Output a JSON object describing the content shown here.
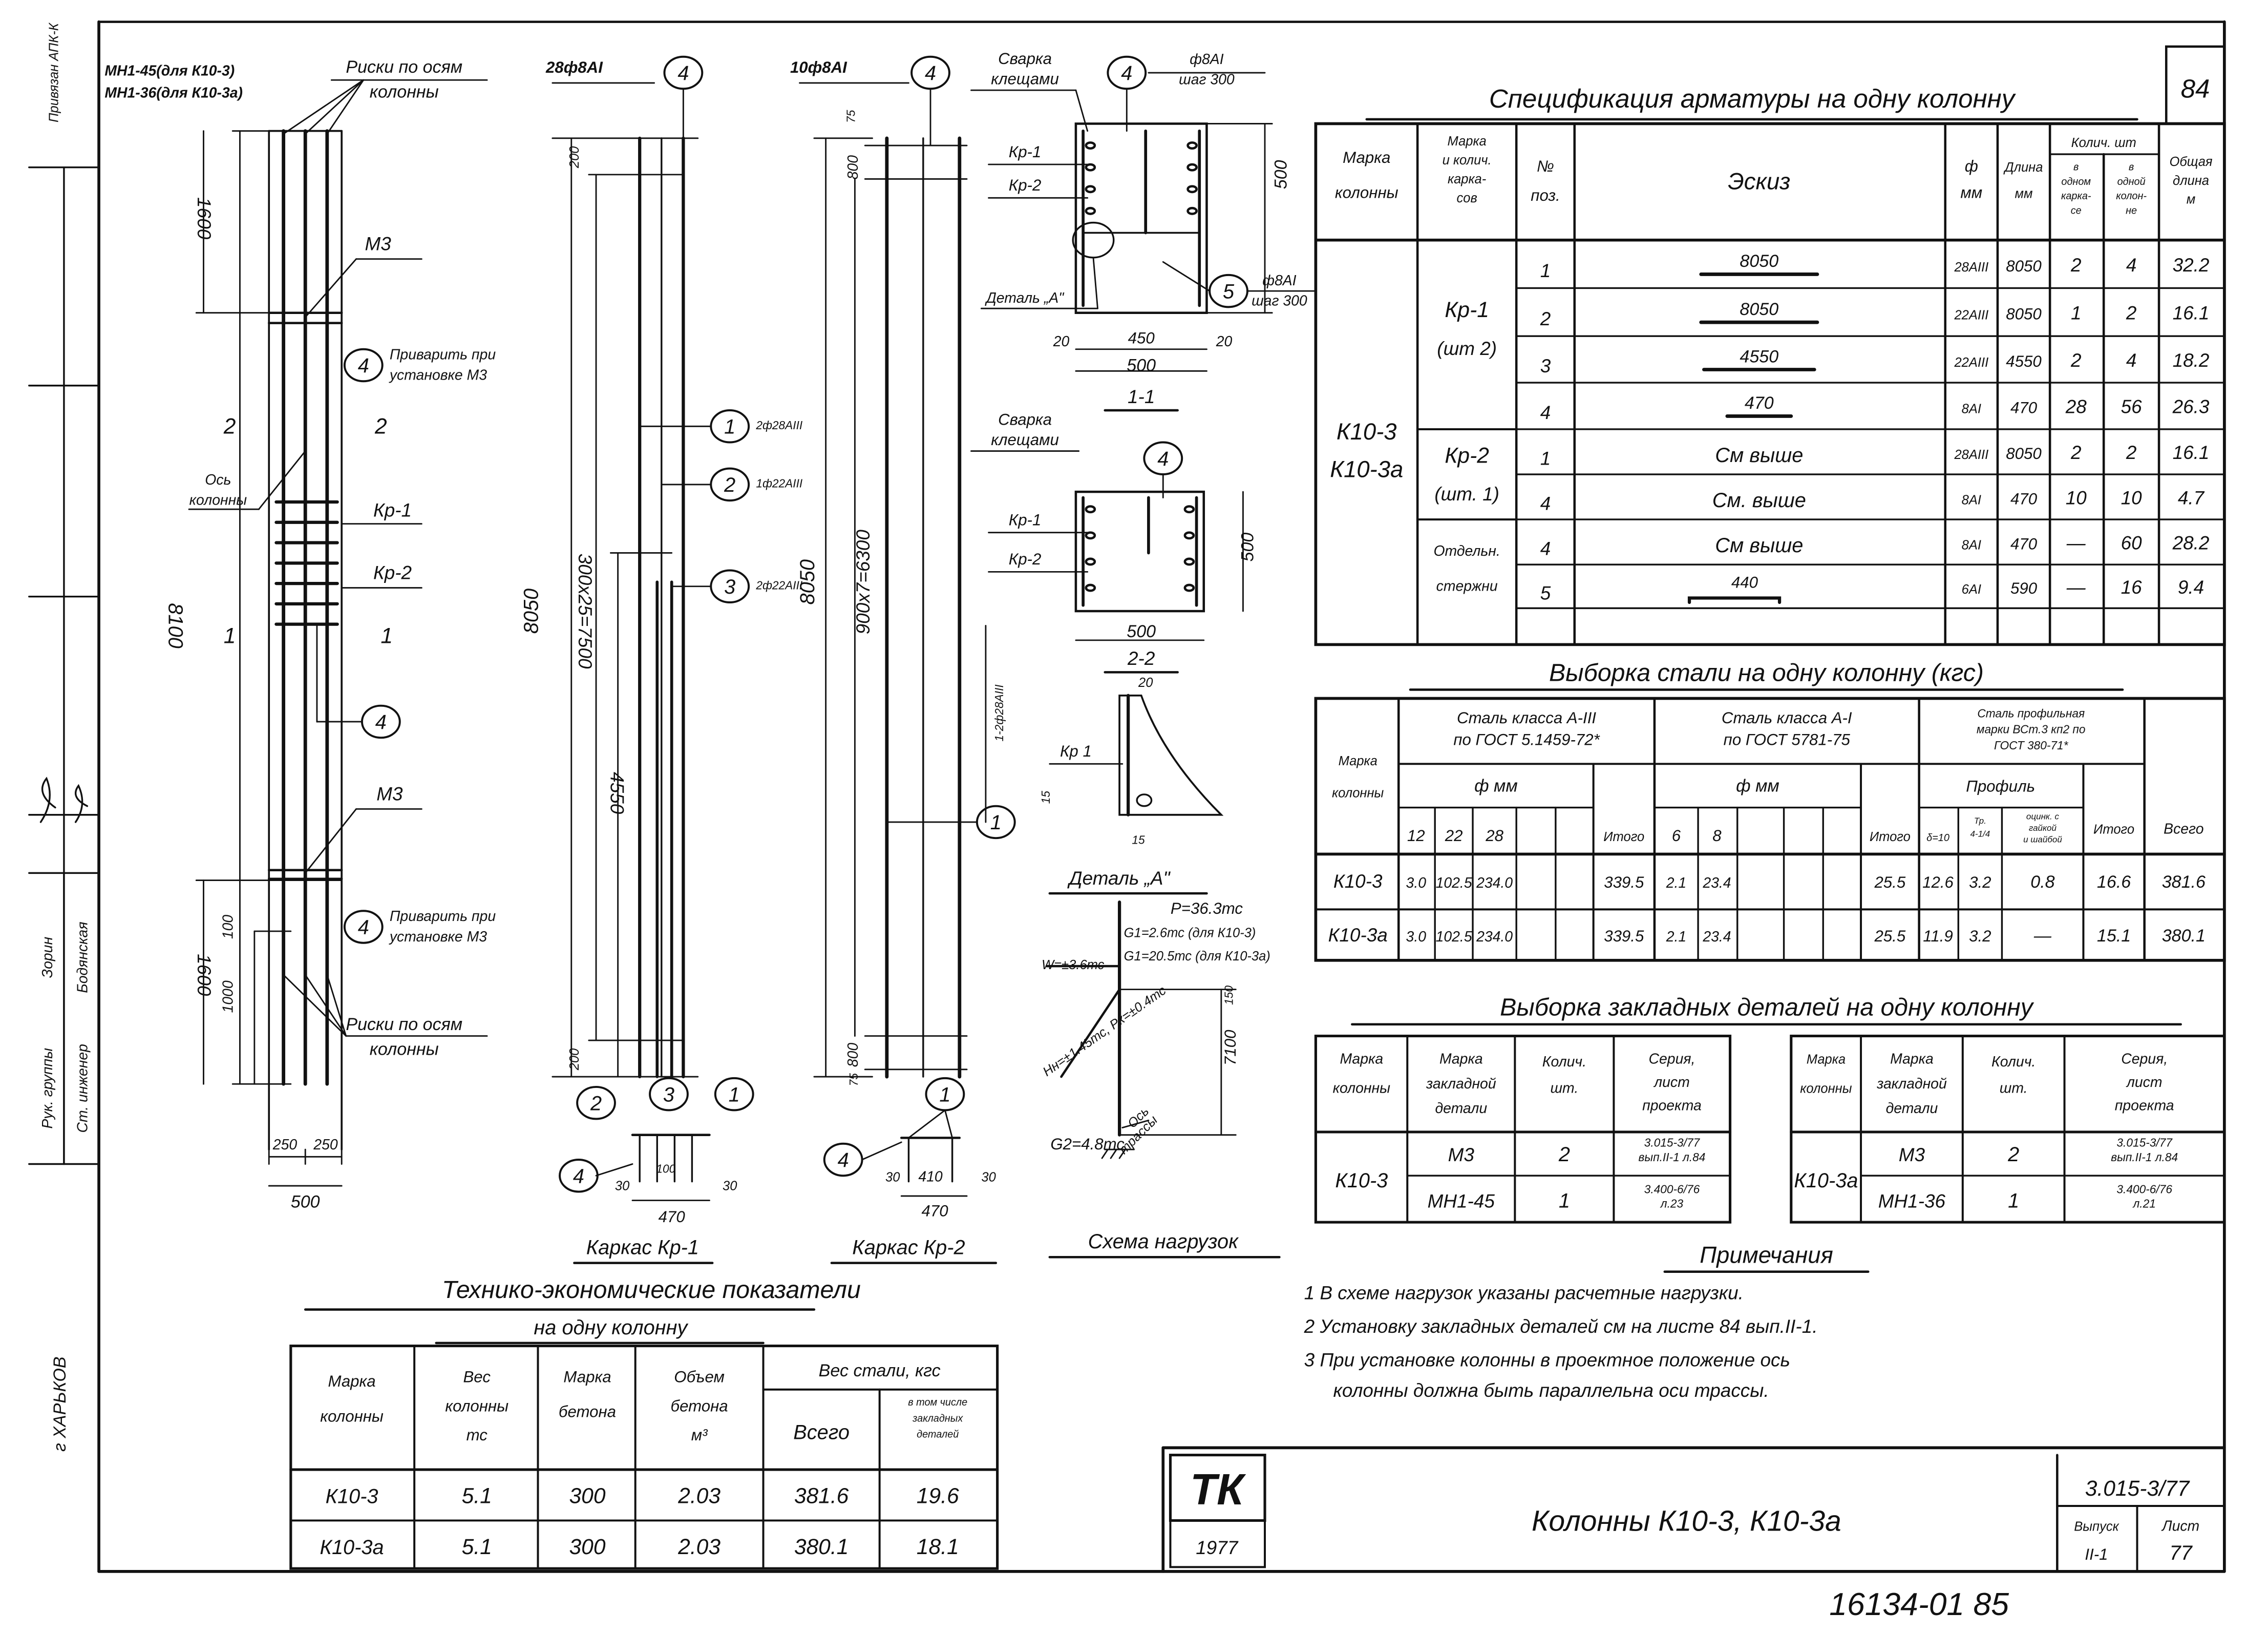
{
  "sheet": {
    "corner_number": "84",
    "series": "3.015-3/77",
    "title": "Колонны К10-3, К10-3а",
    "issue_label": "Выпуск",
    "issue": "II-1",
    "sheet_label": "Лист",
    "sheet_no": "77",
    "logo": "ТК",
    "year": "1977",
    "archive_no": "16134-01 85"
  },
  "stamp": {
    "bound": "Привязан АПК-К",
    "city": "г ХАРЬКОВ",
    "role_1": "Рук. группы",
    "name_1": "Зорин",
    "role_2": "Ст. инженер",
    "name_2": "Бодянская"
  },
  "spec": {
    "title": "Спецификация арматуры на одну колонну",
    "h_col": [
      "Марка",
      "колонны"
    ],
    "h_frames": [
      "Марка",
      "и колич.",
      "карка-",
      "сов"
    ],
    "h_pos": [
      "№",
      "поз."
    ],
    "h_sketch": "Эскиз",
    "h_dia": [
      "ф",
      "мм"
    ],
    "h_len": [
      "Длина",
      "мм"
    ],
    "h_qty": "Колич. шт",
    "h_qty_frame": [
      "в",
      "одном",
      "карка-",
      "се"
    ],
    "h_qty_col": [
      "в",
      "одной",
      "колон-",
      "не"
    ],
    "h_total": [
      "Общая",
      "длина",
      "м"
    ],
    "columns": [
      "К10-3",
      "К10-3а"
    ],
    "groups": [
      {
        "name": "Кр-1",
        "count": "(шт 2)"
      },
      {
        "name": "Кр-2",
        "count": "(шт. 1)"
      },
      {
        "name": "Отдельн.",
        "count": "стержни"
      }
    ],
    "rows": [
      {
        "pos": "1",
        "sketch": "8050",
        "dia": "28АIII",
        "len": "8050",
        "qf": "2",
        "qc": "4",
        "total": "32.2"
      },
      {
        "pos": "2",
        "sketch": "8050",
        "dia": "22АIII",
        "len": "8050",
        "qf": "1",
        "qc": "2",
        "total": "16.1"
      },
      {
        "pos": "3",
        "sketch": "4550",
        "dia": "22АIII",
        "len": "4550",
        "qf": "2",
        "qc": "4",
        "total": "18.2"
      },
      {
        "pos": "4",
        "sketch": "470",
        "dia": "8АI",
        "len": "470",
        "qf": "28",
        "qc": "56",
        "total": "26.3"
      },
      {
        "pos": "1",
        "sketch": "См выше",
        "dia": "28АIII",
        "len": "8050",
        "qf": "2",
        "qc": "2",
        "total": "16.1"
      },
      {
        "pos": "4",
        "sketch": "См. выше",
        "dia": "8АI",
        "len": "470",
        "qf": "10",
        "qc": "10",
        "total": "4.7"
      },
      {
        "pos": "4",
        "sketch": "См выше",
        "dia": "8АI",
        "len": "470",
        "qf": "—",
        "qc": "60",
        "total": "28.2"
      },
      {
        "pos": "5",
        "sketch": "440",
        "dia": "6АI",
        "len": "590",
        "qf": "—",
        "qc": "16",
        "total": "9.4"
      }
    ]
  },
  "steel": {
    "title": "Выборка стали на одну колонну (кгс)",
    "h_col": [
      "Марка",
      "колонны"
    ],
    "h_a3": [
      "Сталь класса А-III",
      "по ГОСТ 5.1459-72*"
    ],
    "h_a1": [
      "Сталь класса А-I",
      "по ГОСТ 5781-75"
    ],
    "h_prof": [
      "Сталь профильная",
      "марки ВСт.3 кп2 по",
      "ГОСТ 380-71*"
    ],
    "h_dia": "ф мм",
    "h_profile": "Профиль",
    "dia_a3": [
      "12",
      "22",
      "28"
    ],
    "dia_a1": [
      "6",
      "8"
    ],
    "h_subtotal": "Итого",
    "h_plate": "δ=10",
    "h_tube": [
      "Тр.",
      "4-1/4"
    ],
    "h_zinc": [
      "оцинк. с",
      "гайкой",
      "и шайбой"
    ],
    "h_grand": "Всего",
    "rows": [
      {
        "col": "К10-3",
        "a3": [
          "3.0",
          "102.5",
          "234.0"
        ],
        "a3_total": "339.5",
        "a1": [
          "2.1",
          "23.4"
        ],
        "a1_total": "25.5",
        "plate": "12.6",
        "tube": "3.2",
        "zinc": "0.8",
        "prof_total": "16.6",
        "grand": "381.6"
      },
      {
        "col": "К10-3а",
        "a3": [
          "3.0",
          "102.5",
          "234.0"
        ],
        "a3_total": "339.5",
        "a1": [
          "2.1",
          "23.4"
        ],
        "a1_total": "25.5",
        "plate": "11.9",
        "tube": "3.2",
        "zinc": "—",
        "prof_total": "15.1",
        "grand": "380.1"
      }
    ]
  },
  "embedded": {
    "title": "Выборка закладных деталей на одну колонну",
    "h_col": [
      "Марка",
      "колонны"
    ],
    "h_part": [
      "Марка",
      "закладной",
      "детали"
    ],
    "h_qty": [
      "Колич.",
      "шт."
    ],
    "h_series": [
      "Серия,",
      "лист",
      "проекта"
    ],
    "tables": [
      {
        "col": "К10-3",
        "rows": [
          {
            "part": "М3",
            "qty": "2",
            "series": [
              "3.015-3/77",
              "вып.II-1 л.84"
            ]
          },
          {
            "part": "МН1-45",
            "qty": "1",
            "series": [
              "3.400-6/76",
              "л.23"
            ]
          }
        ]
      },
      {
        "col": "К10-3а",
        "rows": [
          {
            "part": "М3",
            "qty": "2",
            "series": [
              "3.015-3/77",
              "вып.II-1 л.84"
            ]
          },
          {
            "part": "МН1-36",
            "qty": "1",
            "series": [
              "3.400-6/76",
              "л.21"
            ]
          }
        ]
      }
    ]
  },
  "notes": {
    "title": "Примечания",
    "lines": [
      "1 В схеме нагрузок указаны расчетные нагрузки.",
      "2 Установку закладных деталей см на листе 84 вып.II-1.",
      "3 При установке колонны в проектное положение ось",
      "колонны должна быть параллельна оси трассы."
    ]
  },
  "tech": {
    "title": "Технико-экономические показатели",
    "subtitle": "на одну колонну",
    "h_col": [
      "Марка",
      "колонны"
    ],
    "h_weight": [
      "Вес",
      "колонны",
      "тс"
    ],
    "h_grade": [
      "Марка",
      "бетона"
    ],
    "h_volume": [
      "Объем",
      "бетона",
      "м³"
    ],
    "h_steel": "Вес стали, кгс",
    "h_steel_total": "Всего",
    "h_steel_emb": [
      "в том числе",
      "закладных",
      "деталей"
    ],
    "rows": [
      [
        "К10-3",
        "5.1",
        "300",
        "2.03",
        "381.6",
        "19.6"
      ],
      [
        "К10-3а",
        "5.1",
        "300",
        "2.03",
        "380.1",
        "18.1"
      ]
    ]
  },
  "drawings": {
    "pos": [
      "1",
      "2",
      "3",
      "4",
      "5"
    ],
    "col": {
      "mn_a": "МН1-45(для К10-3)",
      "mn_b": "МН1-36(для К10-3а)",
      "marks": [
        "Риски по осям",
        "колонны"
      ],
      "m3": "М3",
      "weld": [
        "Приварить при",
        "установке М3"
      ],
      "axis": [
        "Ось",
        "колонны"
      ],
      "kp1": "Кр-1",
      "kp2": "Кр-2",
      "sec1": "1",
      "sec2": "2",
      "d1600": "1600",
      "d8100": "8100",
      "d100": "100",
      "d1000": "1000",
      "d250": "250",
      "d500": "500"
    },
    "kp1": {
      "bars": "28ф8АI",
      "d8050": "8050",
      "d_step": "300х25=7500",
      "d200": "200",
      "d4550": "4550",
      "b1": "2ф28АIII",
      "b2": "1ф22АIII",
      "b3": "2ф22АIII",
      "d30": "30",
      "d100": "100",
      "d470": "470",
      "caption": "Каркас Кр-1"
    },
    "kp2": {
      "bars": "10ф8АI",
      "d8050": "8050",
      "d_step": "900х7=6300",
      "d75": "75",
      "d800": "800",
      "b1": "1-2ф28АIII",
      "d30": "30",
      "d410": "410",
      "d470": "470",
      "caption": "Каркас Кр-2"
    },
    "sections": {
      "weld": [
        "Сварка",
        "клещами"
      ],
      "stirrup": [
        "ф8АI",
        "шаг 300"
      ],
      "kp1": "Кр-1",
      "kp2": "Кр-2",
      "detail_ref": "Деталь „А\"",
      "d500": "500",
      "d20": "20",
      "d450": "450",
      "s11": "1-1",
      "s22": "2-2",
      "detail_kp": "Кр 1",
      "d15": "15",
      "detail_caption": "Деталь „А\""
    },
    "loads": {
      "P": "P=36.3тс",
      "G1a": "G1=2.6тс (для К10-3)",
      "G1b": "G1=20.5тс (для К10-3а)",
      "W": "W=±3.6тс",
      "H": "Hн=±1.45тс, Pк=±0.4тс",
      "G2": "G2=4.8тс",
      "axis": [
        "Ось",
        "трассы"
      ],
      "d7100": "7100",
      "d150": "150",
      "caption": "Схема нагрузок"
    }
  }
}
